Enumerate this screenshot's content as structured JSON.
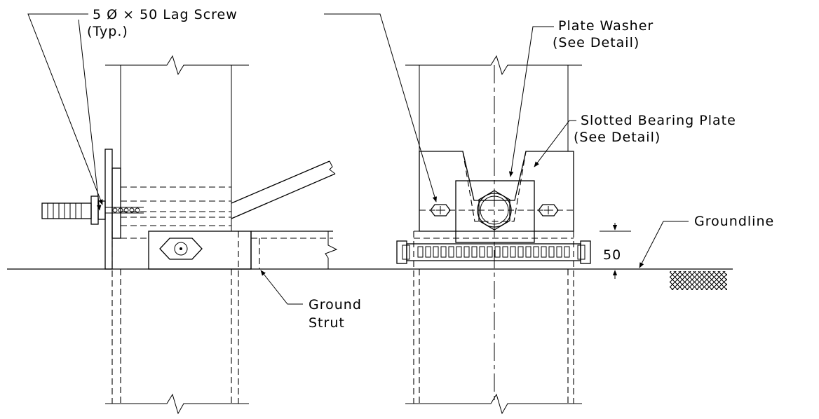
{
  "labels": {
    "lag_screw": "5 Ø × 50 Lag Screw",
    "lag_screw_typ": "(Typ.)",
    "plate_washer": "Plate Washer",
    "plate_washer_ref": "(See Detail)",
    "slotted_plate": "Slotted Bearing Plate",
    "slotted_plate_ref": "(See Detail)",
    "groundline": "Groundline",
    "dimension": "50",
    "ground_strut_1": "Ground",
    "ground_strut_2": "Strut"
  }
}
